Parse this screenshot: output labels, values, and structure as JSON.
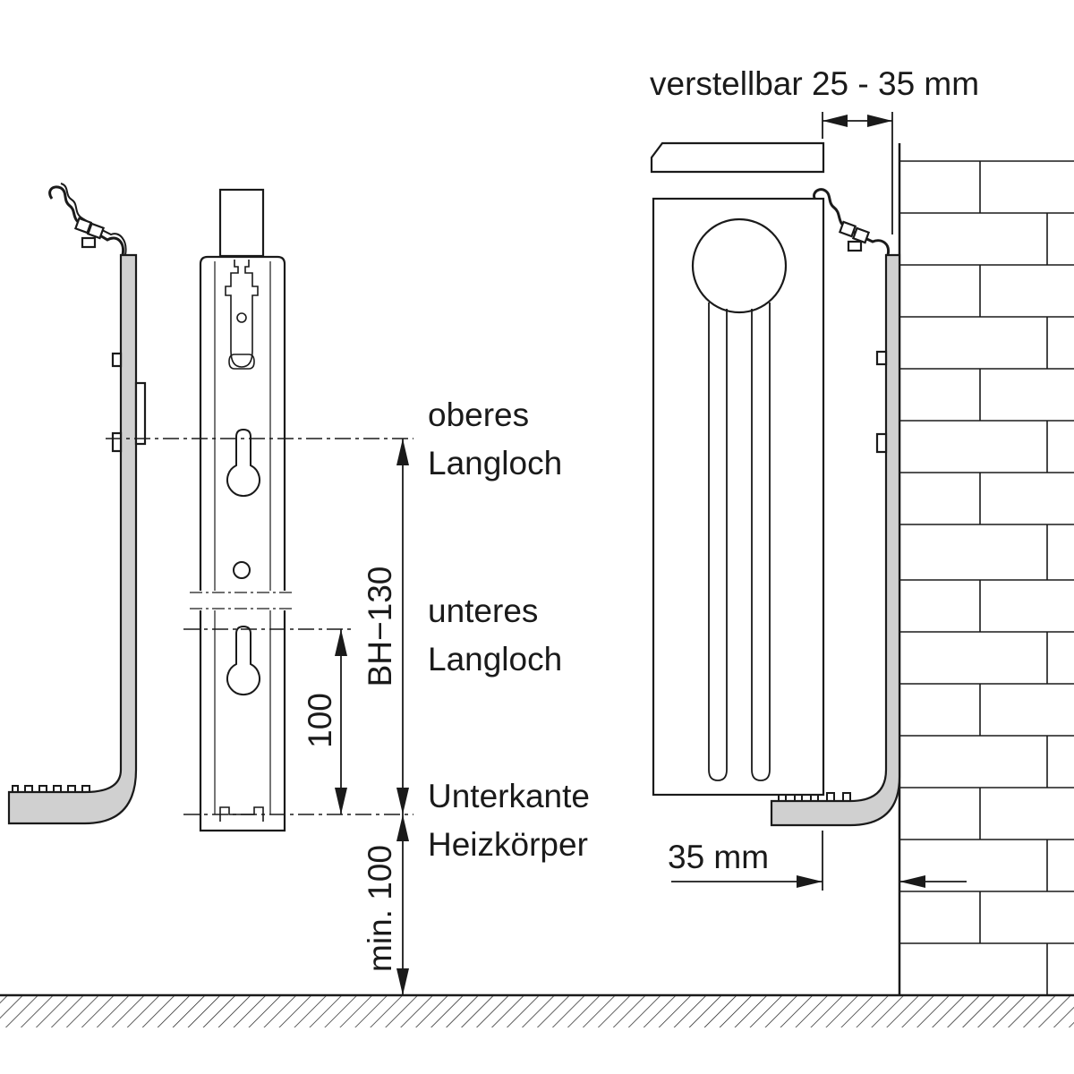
{
  "labels": {
    "adjustable": "verstellbar 25 - 35 mm",
    "upper_slot_1": "oberes",
    "upper_slot_2": "Langloch",
    "lower_slot_1": "unteres",
    "lower_slot_2": "Langloch",
    "lower_edge_1": "Unterkante",
    "lower_edge_2": "Heizkörper",
    "dim_bh": "BH−130",
    "dim_100": "100",
    "dim_min100": "min. 100",
    "dim_35": "35 mm"
  },
  "colors": {
    "line": "#1a1a1a",
    "bracket_fill": "#d0d0d0",
    "background": "#ffffff"
  }
}
